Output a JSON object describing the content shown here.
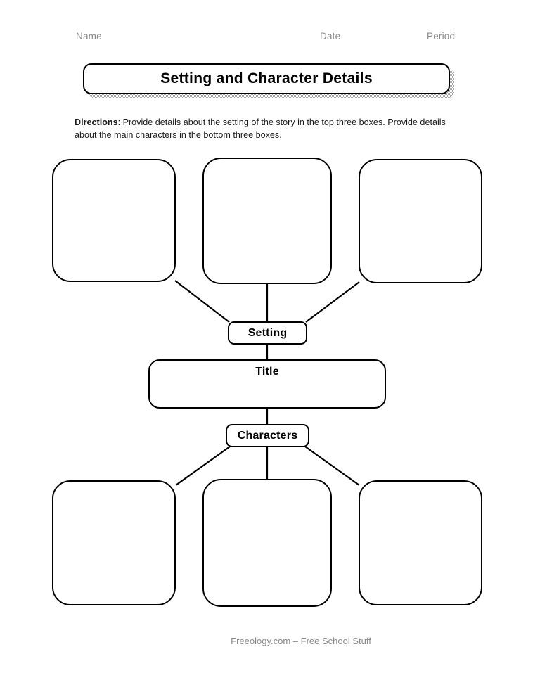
{
  "page": {
    "worksheet_title": "Setting and Character Details",
    "background_color": "#ffffff",
    "ink_color": "#000000",
    "muted_color": "#8a8a8a"
  },
  "header": {
    "name_label": "Name",
    "date_label": "Date",
    "period_label": "Period"
  },
  "instructions": {
    "lead_label": "Directions",
    "body": ": Provide details about the setting of the story in the top three boxes. Provide details about the main characters in the bottom three boxes."
  },
  "diagram": {
    "setting_label": "Setting",
    "title_label": "Title",
    "characters_label": "Characters",
    "setting_boxes": [
      {
        "value": ""
      },
      {
        "value": ""
      },
      {
        "value": ""
      }
    ],
    "character_boxes": [
      {
        "value": ""
      },
      {
        "value": ""
      },
      {
        "value": ""
      }
    ]
  },
  "footer": {
    "credit": "Freeology.com – Free School Stuff"
  }
}
